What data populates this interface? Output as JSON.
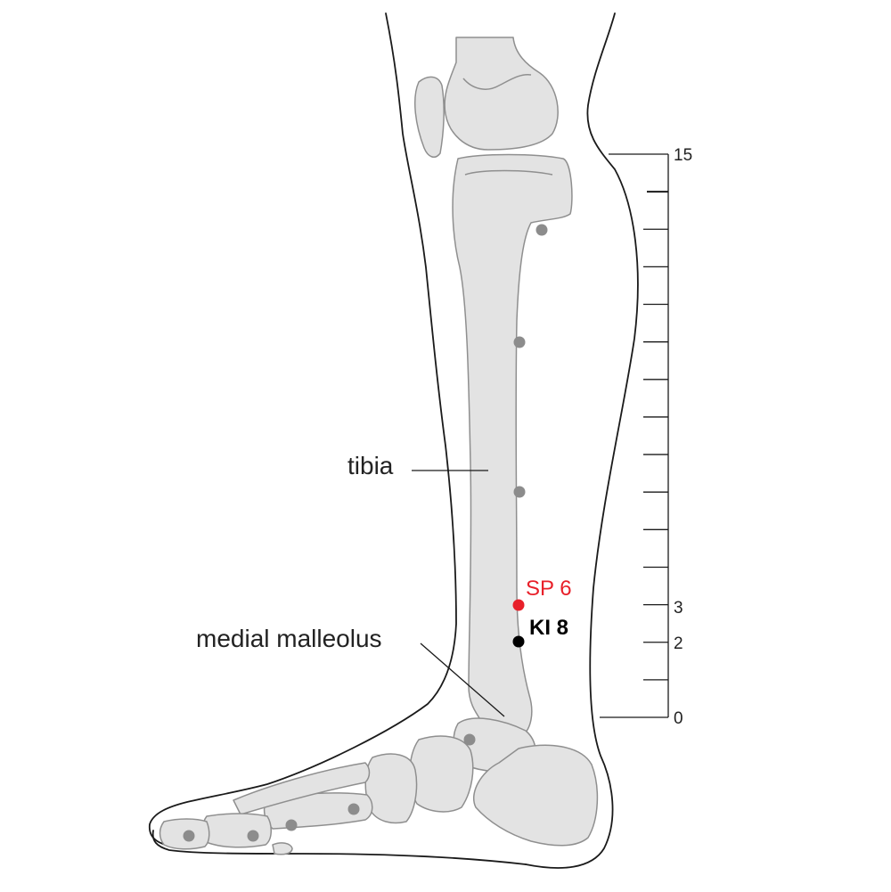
{
  "labels": {
    "tibia": "tibia",
    "medial_malleolus": "medial malleolus"
  },
  "acupoints": {
    "sp6": {
      "code": "SP 6",
      "color": "#e8202a"
    },
    "ki8": {
      "code": "KI 8",
      "color": "#000000"
    }
  },
  "scale": {
    "tick_count": 15,
    "labels": {
      "top": "15",
      "three": "3",
      "two": "2",
      "zero": "0"
    }
  },
  "colors": {
    "bone_fill": "#e3e3e3",
    "bone_stroke": "#8f8f8f",
    "outline": "#1a1a1a",
    "reference_point": "#8c8c8c"
  }
}
